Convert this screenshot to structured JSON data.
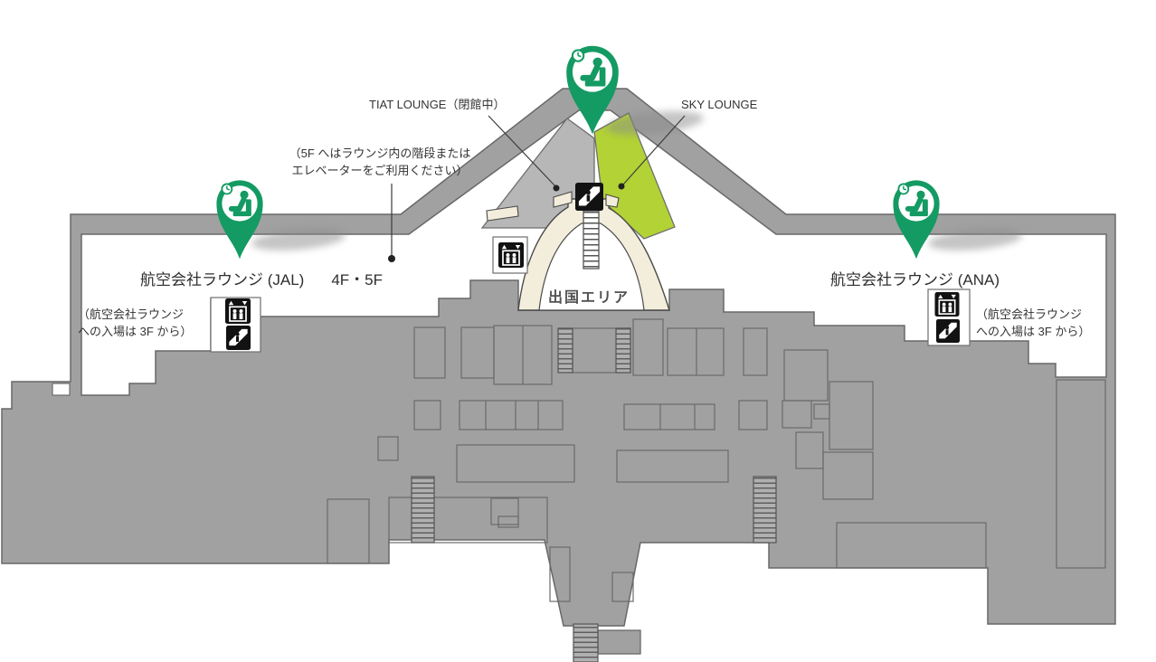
{
  "map": {
    "labels": {
      "tiat": "TIAT LOUNGE（閉館中）",
      "sky": "SKY LOUNGE",
      "note_5f": [
        "（5F へはラウンジ内の階段または",
        "エレベーターをご利用ください）"
      ],
      "jal": "航空会社ラウンジ (JAL)",
      "jal_floors": "4F・5F",
      "ana": "航空会社ラウンジ (ANA)",
      "note_3f": [
        "（航空会社ラウンジ",
        "への入場は 3F から）"
      ],
      "departure_area": "出国エリア"
    },
    "icons": {
      "pin": "lounge-pin (person seated in armchair with clock)",
      "elevator": "elevator-icon",
      "escalator": "escalator-icon"
    },
    "colors": {
      "pin_green": "#149a63",
      "sky_lounge_green": "#b2d235",
      "tiat_lounge_gray": "#b7b7b7",
      "terminal_gray": "#a1a1a1",
      "departure_cream": "#f3eddc"
    }
  }
}
